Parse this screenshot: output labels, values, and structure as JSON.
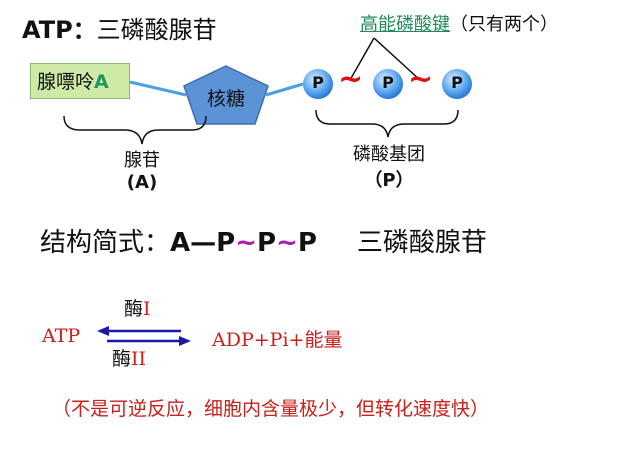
{
  "title": {
    "prefix": "ATP：",
    "text": "三磷酸腺苷"
  },
  "high_energy_bond": {
    "label": "高能磷酸键",
    "note": "（只有两个）"
  },
  "molecule": {
    "adenine": {
      "text": "腺嘌呤",
      "letter": "A"
    },
    "ribose": "核糖",
    "phosphate_symbol": "P",
    "tilde": "~"
  },
  "braces": {
    "adenosine": {
      "name": "腺苷",
      "symbol": "(A)"
    },
    "phosphate_group": {
      "name": "磷酸基团",
      "symbol": "（P）"
    }
  },
  "structural_formula": {
    "label": "结构简式：",
    "A": "A",
    "dash": "—",
    "P": "P",
    "tilde": "~",
    "name": "三磷酸腺苷"
  },
  "reaction": {
    "left": "ATP",
    "right": "ADP+Pi+能量",
    "enzyme_top": {
      "word": "酶",
      "roman": "I"
    },
    "enzyme_bottom": {
      "word": "酶",
      "roman": "II"
    }
  },
  "note": "（不是可逆反应，细胞内含量极少，但转化速度快）",
  "colors": {
    "adenine_box": "#cfe9a6",
    "ribose": "#5b93d6",
    "phosphate": "#1d6fd1",
    "tilde": "#d11111",
    "reaction_red": "#c8201a",
    "arrow_blue": "#1a1aa8"
  }
}
